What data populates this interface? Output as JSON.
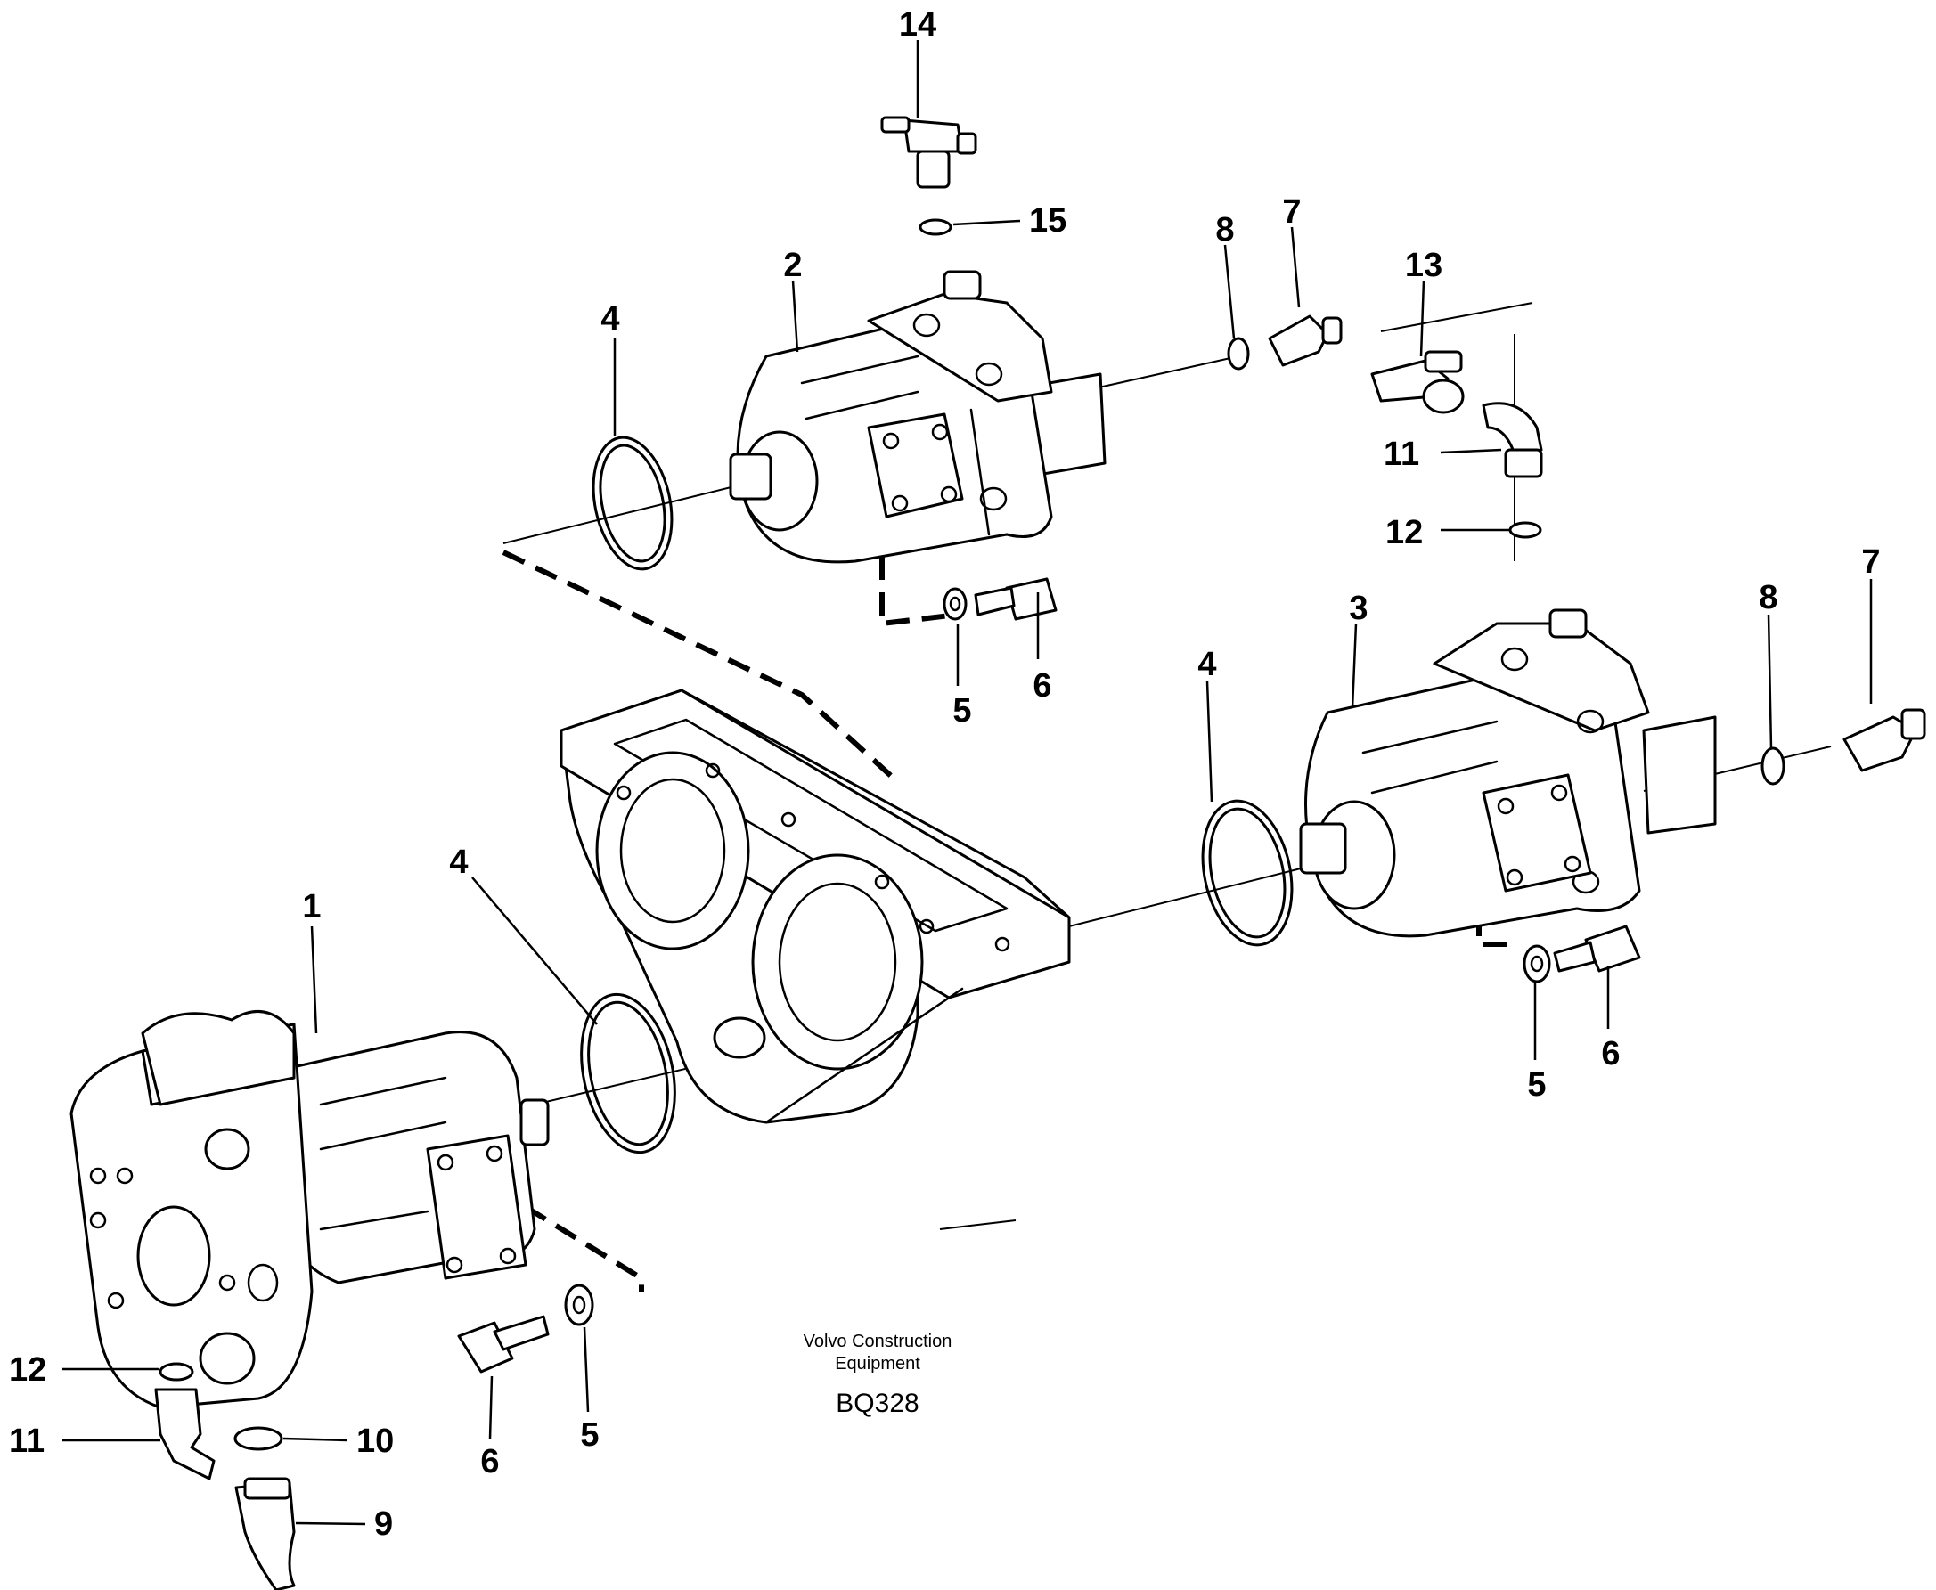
{
  "figure": {
    "callouts": [
      "14",
      "15",
      "2",
      "4",
      "8",
      "7",
      "13",
      "11",
      "12",
      "5",
      "6",
      "3",
      "4",
      "8",
      "7",
      "5",
      "6",
      "1",
      "4",
      "12",
      "11",
      "10",
      "9",
      "6",
      "5"
    ],
    "brand_line1": "Volvo Construction",
    "brand_line2": "Equipment",
    "code": "BQ328"
  }
}
